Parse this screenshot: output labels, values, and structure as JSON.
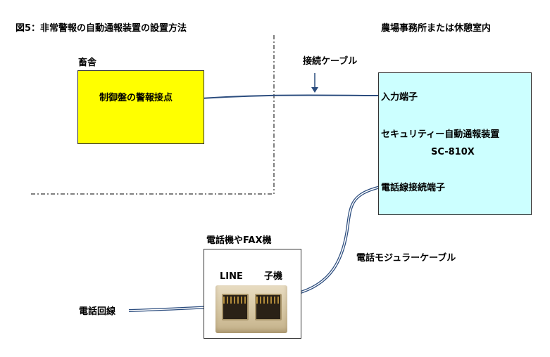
{
  "title": "図5：非常警報の自動通報装置の設置方法",
  "room_label": "農場事務所または休憩室内",
  "barn_label": "畜舎",
  "panel": {
    "label": "制御盤の警報接点",
    "color": "#ffff00"
  },
  "cable_label": "接続ケーブル",
  "device": {
    "input_label": "入力端子",
    "name": "セキュリティー自動通報装置",
    "model": "SC-810X",
    "phone_terminal": "電話線接続端子",
    "color": "#ccffff"
  },
  "phone_box": {
    "label": "電話機やFAX機",
    "jack_line": "LINE",
    "jack_child": "子機"
  },
  "modular_cable_label": "電話モジュラーケーブル",
  "phone_line_label": "電話回線",
  "wire_color": "#2b4c7e"
}
